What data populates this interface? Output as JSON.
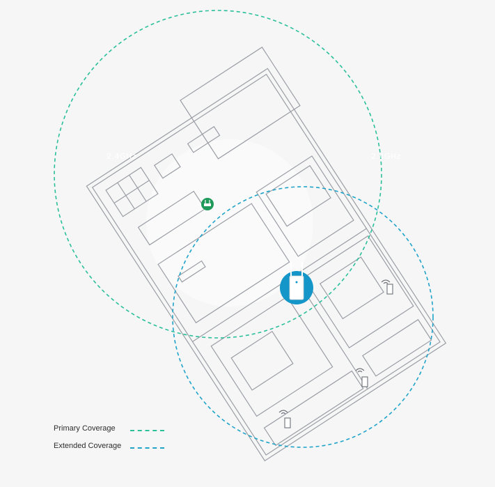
{
  "coverage_labels": {
    "band_left": "2.4GHz",
    "band_right": "2.4GHz"
  },
  "legend": {
    "primary_label": "Primary Coverage",
    "extended_label": "Extended Coverage",
    "primary_color": "#2bbf9a",
    "extended_color": "#1fa3c9"
  },
  "colors": {
    "background": "#f6f6f7",
    "floorplan_line": "#9a9ea4",
    "router_badge": "#1f9a5a",
    "extender_badge": "#1496c8"
  },
  "icons": [
    "router-icon",
    "range-extender-icon",
    "wifi-device-icon"
  ]
}
